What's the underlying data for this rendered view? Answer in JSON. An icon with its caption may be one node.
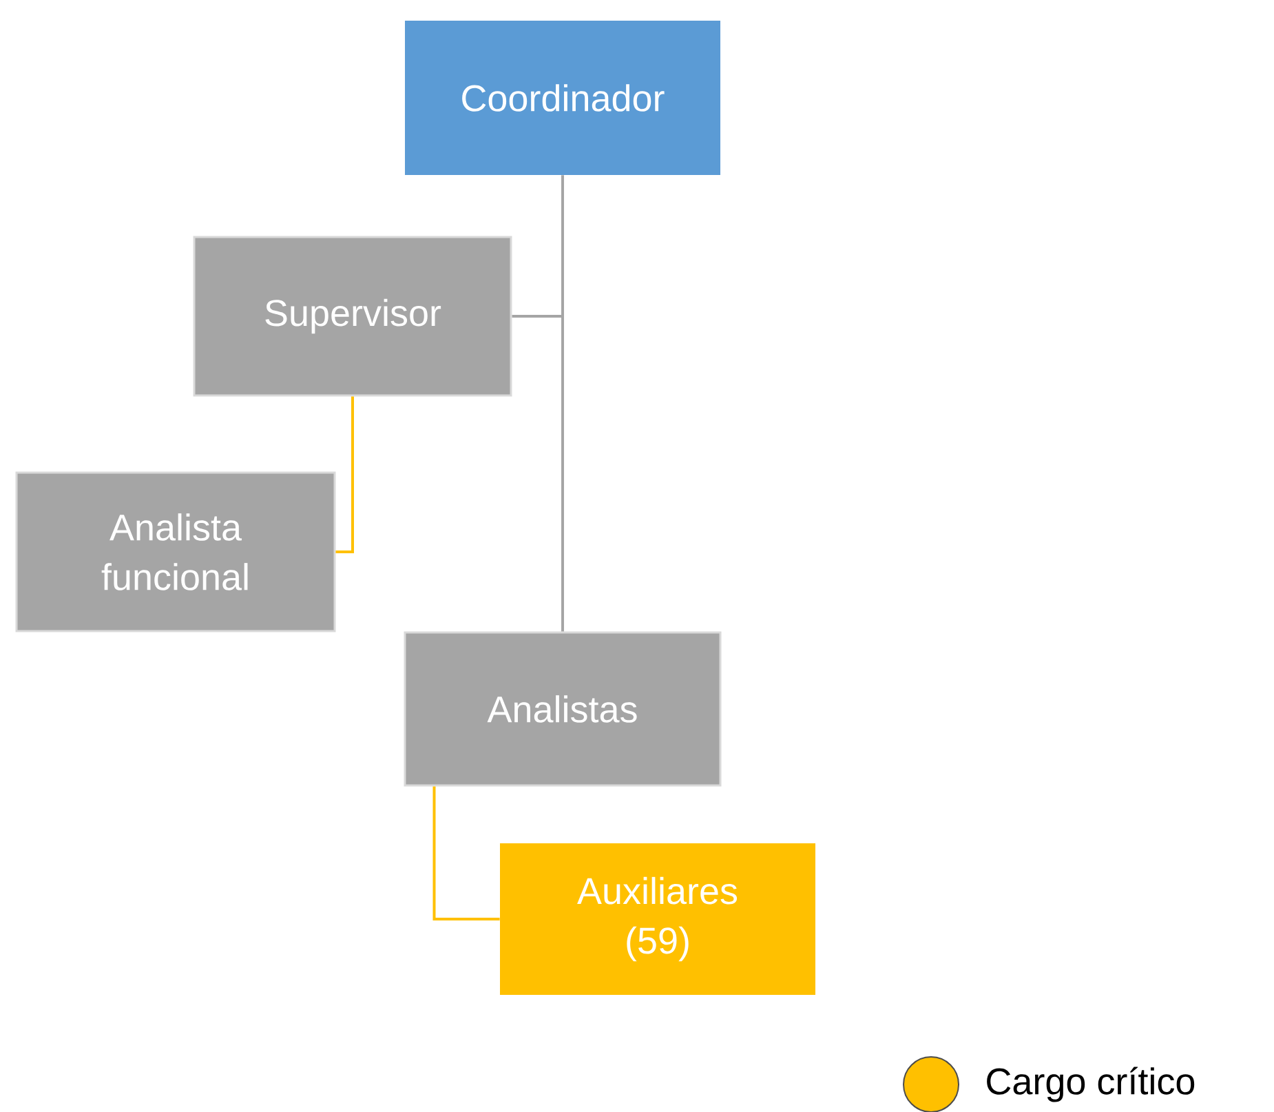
{
  "diagram": {
    "nodes": [
      {
        "text": [
          "Coordinador"
        ]
      },
      {
        "text": [
          "Supervisor"
        ]
      },
      {
        "text": [
          "Analista funcional"
        ]
      },
      {
        "text": [
          "Analistas"
        ]
      },
      {
        "text": [
          "Auxiliares (59)"
        ]
      }
    ],
    "edges": [
      {
        "from": 0,
        "to": 1,
        "arrow": "none",
        "color": "#a5a5a5"
      },
      {
        "from": 0,
        "to": 3,
        "arrow": "none",
        "color": "#a5a5a5"
      },
      {
        "from": 1,
        "to": 2,
        "arrow": "none",
        "color": "#ffc000"
      },
      {
        "from": 3,
        "to": 4,
        "arrow": "none",
        "color": "#ffc000"
      }
    ],
    "legend": [
      {
        "text": "Cargo crítico",
        "color": "#ffc000"
      }
    ]
  }
}
